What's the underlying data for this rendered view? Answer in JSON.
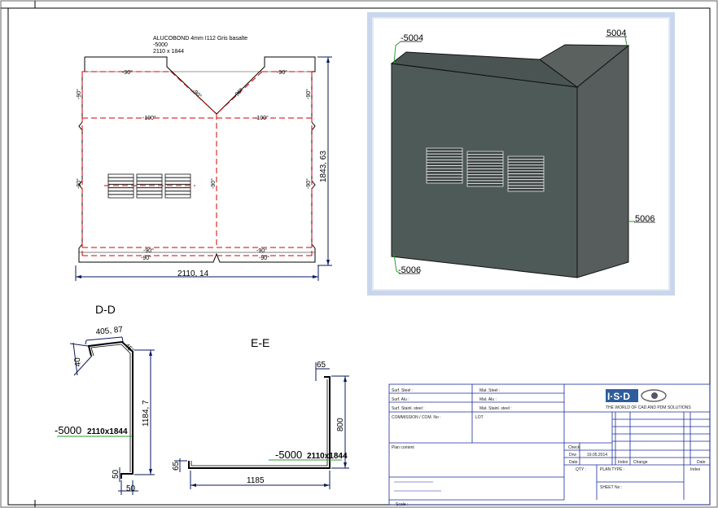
{
  "flat_pattern": {
    "material_line1": "ALUCOBOND 4mm I112 Gris basalte",
    "material_line2": "-5000",
    "material_line3": "2110 x 1844",
    "dim_width": "2110, 14",
    "dim_height": "1843, 63",
    "angle_a": "-90°",
    "angle_b": "-100°"
  },
  "iso_view": {
    "label_top_left": "5004",
    "label_top_right": "5004",
    "label_right": "5006",
    "label_bottom_left": "5006"
  },
  "section_dd": {
    "title": "D-D",
    "dim_top": "405, 87",
    "dim_angle": "45°",
    "dim_left": "40",
    "dim_height": "1184, 7",
    "dim_foot_h": "50",
    "dim_foot_w": "50",
    "part_label": "-5000",
    "part_size": "2110x1844"
  },
  "section_ee": {
    "title": "E-E",
    "dim_top": "65",
    "dim_height": "800",
    "dim_left": "65",
    "dim_width": "1185",
    "part_label": "-5000",
    "part_size": "2110x1844"
  },
  "title_block": {
    "surf_steel": "Surf. Steel :",
    "surf_alu": "Surf. Alu :",
    "surf_stainl": "Surf. Stainl. steel :",
    "mat_steel": "Mat. Steel :",
    "mat_alu": "Mat. Alu :",
    "mat_stainl": "Mat. Stainl. steel :",
    "commission": "COMMISSION / COM. No :",
    "lot": "LOT",
    "plan_content": "Plan content",
    "check": "Check",
    "drw": "Drw",
    "drw_date": "19.05.2014",
    "date": "Date",
    "index": "Index",
    "change": "Change",
    "date2": "Date",
    "qty": "QTY :",
    "plan_type": "PLAN TYPE :",
    "index2": "Index",
    "sheet_no": "SHEET No :",
    "scale": "Scale :",
    "logo_text": "I·S·D",
    "logo_tagline": "THE WORLD OF CAD AND PDM SOLUTIONS"
  }
}
